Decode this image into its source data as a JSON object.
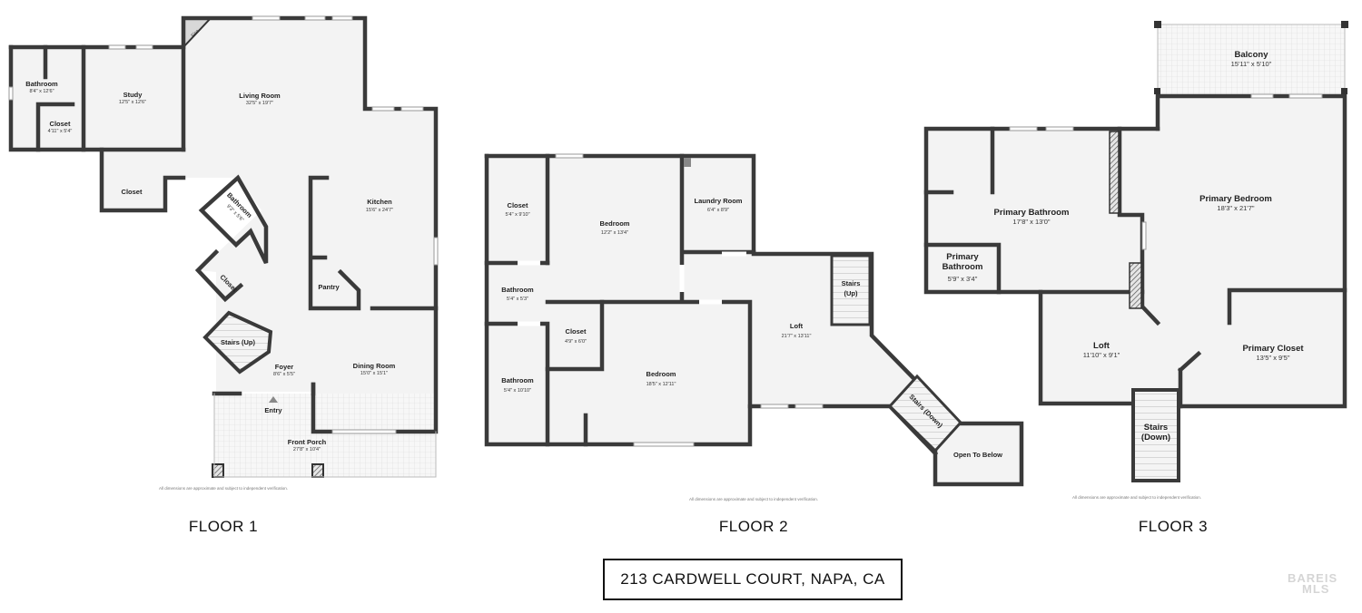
{
  "floors": [
    {
      "label": "FLOOR 1",
      "disclaimer": "All dimensions are approximate and subject to independent verification.",
      "rooms": [
        {
          "name": "Bathroom",
          "dims": "8'4\" x 12'6\""
        },
        {
          "name": "Closet",
          "dims": "4'11\" x 5'4\""
        },
        {
          "name": "Study",
          "dims": "12'5\" x 12'6\""
        },
        {
          "name": "Living Room",
          "dims": "32'5\" x 19'7\""
        },
        {
          "name": "Fire",
          "dims": ""
        },
        {
          "name": "Closet",
          "dims": ""
        },
        {
          "name": "Bathroom",
          "dims": "9'3\" x 5'6\""
        },
        {
          "name": "Kitchen",
          "dims": "15'6\" x 24'7\""
        },
        {
          "name": "Closet",
          "dims": ""
        },
        {
          "name": "Pantry",
          "dims": ""
        },
        {
          "name": "Stairs (Up)",
          "dims": ""
        },
        {
          "name": "Foyer",
          "dims": "8'6\" x 5'5\""
        },
        {
          "name": "Dining Room",
          "dims": "15'0\" x 15'1\""
        },
        {
          "name": "Entry",
          "dims": ""
        },
        {
          "name": "Front Porch",
          "dims": "27'8\" x 10'4\""
        }
      ]
    },
    {
      "label": "FLOOR 2",
      "disclaimer": "All dimensions are approximate and subject to independent verification.",
      "rooms": [
        {
          "name": "Closet",
          "dims": "5'4\" x 9'10\""
        },
        {
          "name": "Bedroom",
          "dims": "12'2\" x 13'4\""
        },
        {
          "name": "Laundry Room",
          "dims": "6'4\" x 8'9\""
        },
        {
          "name": "Bathroom",
          "dims": "5'4\" x 5'3\""
        },
        {
          "name": "Stairs (Up)",
          "dims": ""
        },
        {
          "name": "Closet",
          "dims": "4'9\" x 6'0\""
        },
        {
          "name": "Loft",
          "dims": "21'7\" x 13'11\""
        },
        {
          "name": "Bedroom",
          "dims": "18'5\" x 12'11\""
        },
        {
          "name": "Bathroom",
          "dims": "5'4\" x 10'10\""
        },
        {
          "name": "Stairs (Down)",
          "dims": ""
        },
        {
          "name": "Open To Below",
          "dims": ""
        }
      ]
    },
    {
      "label": "FLOOR 3",
      "disclaimer": "All dimensions are approximate and subject to independent verification.",
      "rooms": [
        {
          "name": "Balcony",
          "dims": "15'11\" x 5'10\""
        },
        {
          "name": "Primary Bedroom",
          "dims": "18'3\" x 21'7\""
        },
        {
          "name": "Primary Bathroom",
          "dims": "17'8\" x 13'0\""
        },
        {
          "name": "Primary Bathroom",
          "dims": "5'9\" x 3'4\""
        },
        {
          "name": "Loft",
          "dims": "11'10\" x 9'1\""
        },
        {
          "name": "Primary Closet",
          "dims": "13'5\" x 9'5\""
        },
        {
          "name": "Stairs (Down)",
          "dims": ""
        }
      ]
    }
  ],
  "address": "213 CARDWELL COURT, NAPA, CA",
  "logo": {
    "line1": "BAREIS",
    "line2": "MLS",
    "mark": "®"
  }
}
